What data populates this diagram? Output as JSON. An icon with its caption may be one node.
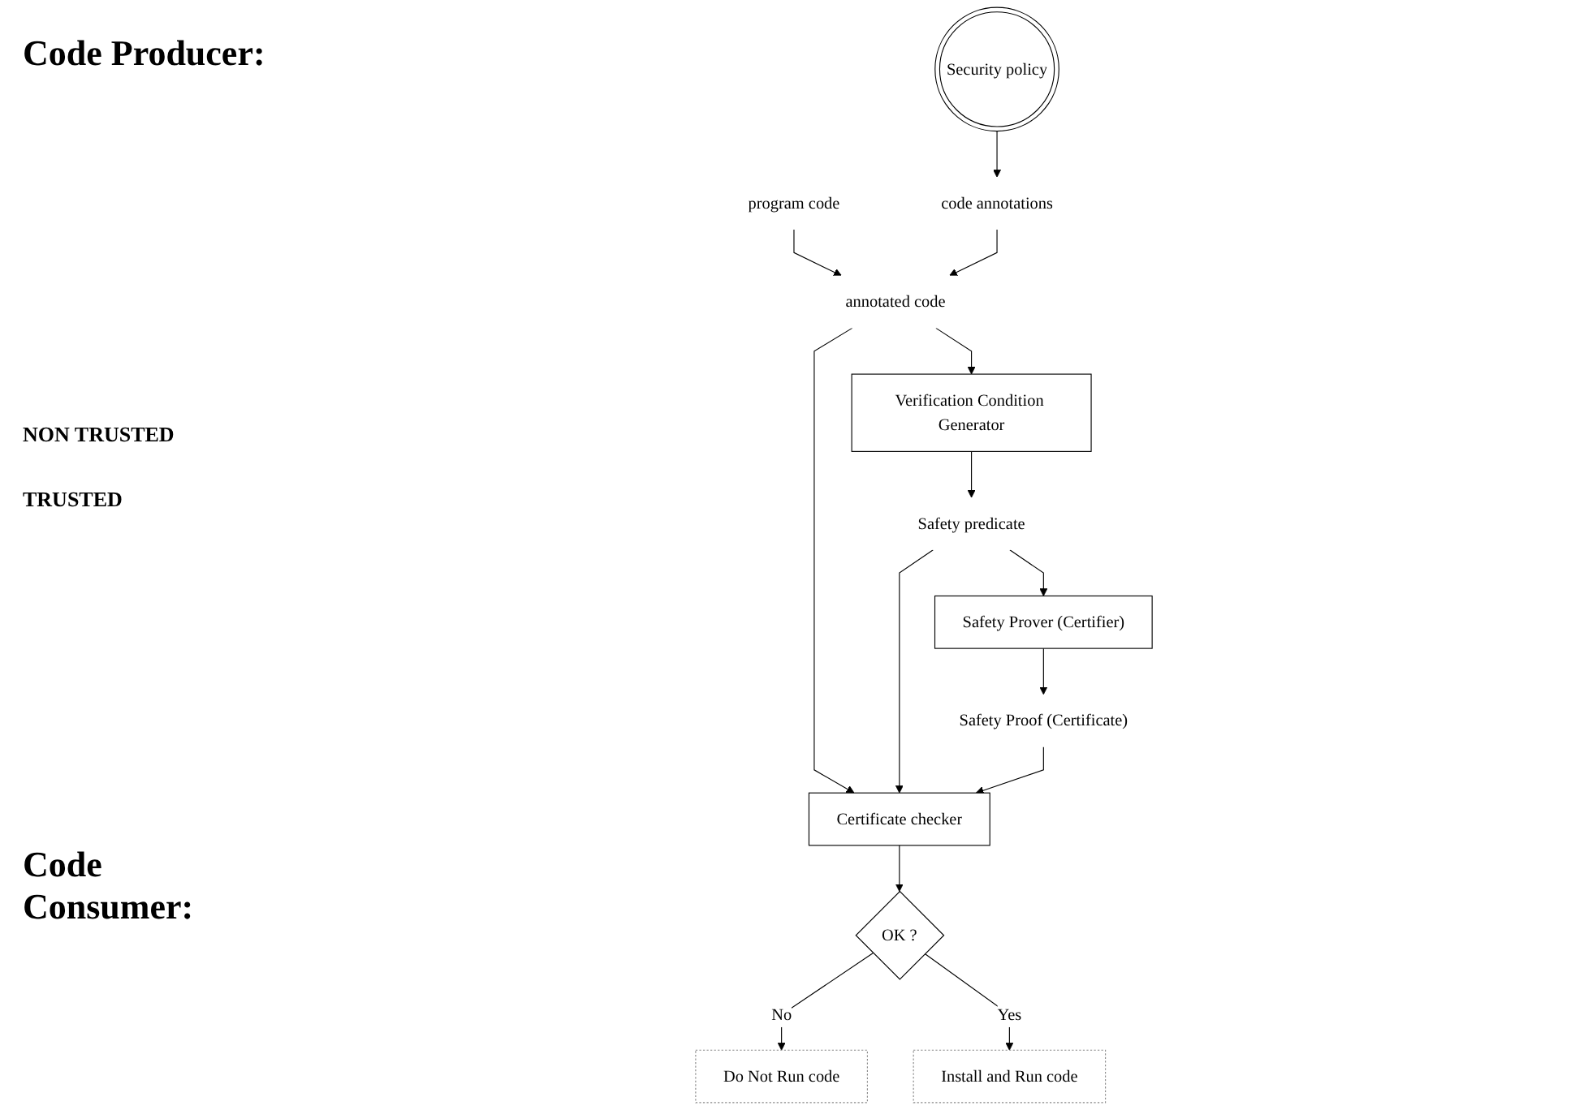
{
  "diagram": {
    "nodes": [
      {
        "text": [
          "program code"
        ]
      },
      {
        "text": [
          "code annotations"
        ]
      },
      {
        "text": [
          "annotated code"
        ]
      },
      {
        "text": [
          "Safety Prover (Certifier)"
        ]
      },
      {
        "text": [
          "Safety Proof (Certificate)"
        ]
      },
      {
        "text": [
          "Security policy"
        ]
      },
      {
        "text": [
          "Verification Condition Generator"
        ]
      },
      {
        "text": [
          "Safety predicate"
        ]
      },
      {
        "text": [
          "Certificate checker"
        ]
      },
      {
        "text": [
          "OK ?"
        ]
      },
      {
        "text": [
          "Do Not Run code"
        ]
      },
      {
        "text": [
          "Install and Run code"
        ]
      }
    ],
    "edges": [
      {
        "from": 0,
        "to": 2,
        "arrow": "to"
      },
      {
        "from": 1,
        "to": 2,
        "arrow": "to"
      },
      {
        "from": 3,
        "to": 4,
        "arrow": "to"
      },
      {
        "from": 5,
        "to": 1,
        "arrow": "to"
      },
      {
        "from": 2,
        "to": 6,
        "arrow": "to"
      },
      {
        "from": 2,
        "to": 8,
        "arrow": "to"
      },
      {
        "from": 6,
        "to": 7,
        "arrow": "to"
      },
      {
        "from": 7,
        "to": 3,
        "arrow": "to"
      },
      {
        "from": 7,
        "to": 8,
        "arrow": "to"
      },
      {
        "from": 4,
        "to": 8,
        "arrow": "to"
      },
      {
        "from": 8,
        "to": 9,
        "arrow": "to"
      },
      {
        "from": 9,
        "to": 10,
        "label": "No",
        "arrow": "to"
      },
      {
        "from": 9,
        "to": 11,
        "label": "Yes",
        "arrow": "to"
      }
    ],
    "labels": [
      "Code Producer:",
      "NON TRUSTED",
      "TRUSTED",
      "Code Consumer:"
    ]
  }
}
